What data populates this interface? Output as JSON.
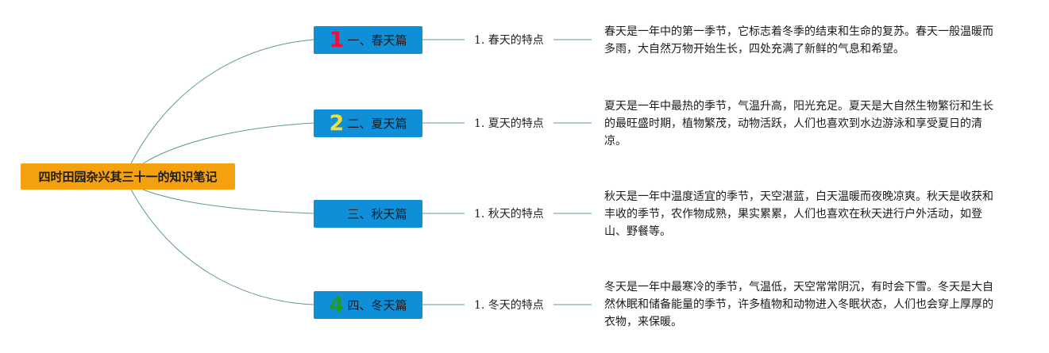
{
  "colors": {
    "root_bg": "#F5A00F",
    "branch_bg": "#0E8FD8",
    "connector": "#5E9B87",
    "badge_1": "#E8123C",
    "badge_2": "#F3DE3A",
    "badge_4": "#1E9A2E"
  },
  "mindmap": {
    "root": {
      "label": "四时田园杂兴其三十一的知识笔记"
    },
    "branches": [
      {
        "badge": "1",
        "label": "一、春天篇",
        "sub_label": "1. 春天的特点",
        "note": "春天是一年中的第一季节，它标志着冬季的结束和生命的复苏。春天一般温暖而多雨，大自然万物开始生长，四处充满了新鲜的气息和希望。"
      },
      {
        "badge": "2",
        "label": "二、夏天篇",
        "sub_label": "1. 夏天的特点",
        "note": "夏天是一年中最热的季节，气温升高，阳光充足。夏天是大自然生物繁衍和生长的最旺盛时期，植物繁茂，动物活跃，人们也喜欢到水边游泳和享受夏日的清凉。"
      },
      {
        "badge": "",
        "label": "三、秋天篇",
        "sub_label": "1. 秋天的特点",
        "note": "秋天是一年中温度适宜的季节，天空湛蓝，白天温暖而夜晚凉爽。秋天是收获和丰收的季节，农作物成熟，果实累累，人们也喜欢在秋天进行户外活动，如登山、野餐等。"
      },
      {
        "badge": "4",
        "label": "四、冬天篇",
        "sub_label": "1. 冬天的特点",
        "note": "冬天是一年中最寒冷的季节，气温低，天空常常阴沉，有时会下雪。冬天是大自然休眠和储备能量的季节，许多植物和动物进入冬眠状态，人们也会穿上厚厚的衣物，来保暖。"
      }
    ]
  }
}
